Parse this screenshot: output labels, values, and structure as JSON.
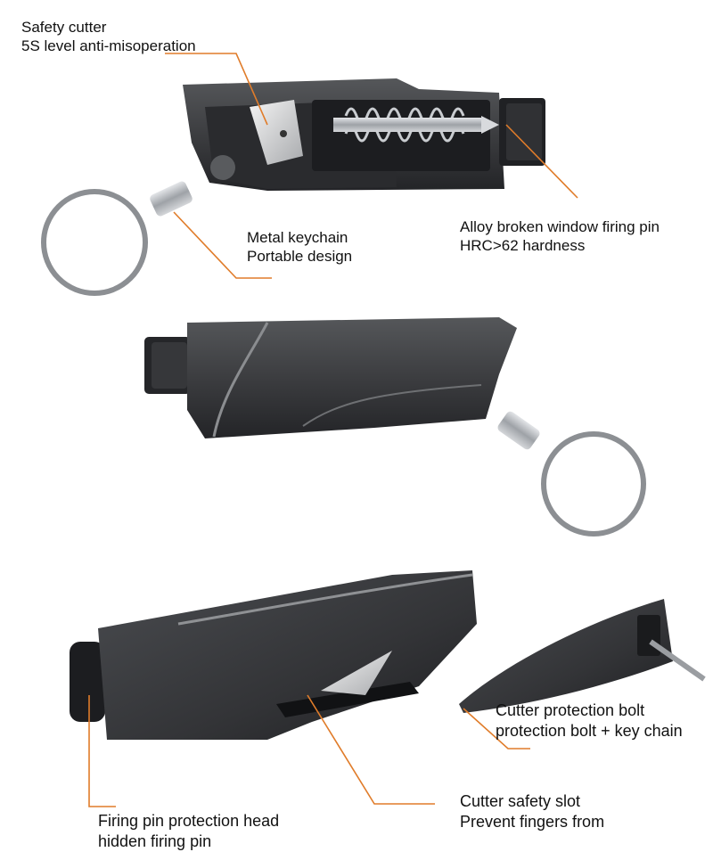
{
  "colors": {
    "callout": "#e07c2a",
    "body_dark": "#3a3b3d",
    "body_light": "#6b6d70",
    "metal": "#b9bcc0"
  },
  "labels": {
    "safety_cutter": {
      "line1": "Safety cutter",
      "line2": "5S level anti-misoperation"
    },
    "metal_keychain": {
      "line1": "Metal keychain",
      "line2": "Portable design"
    },
    "firing_pin": {
      "line1": "Alloy broken window firing pin",
      "line2": "HRC>62 hardness"
    },
    "protection_bolt": {
      "line1": "Cutter protection bolt",
      "line2": "protection bolt + key chain"
    },
    "safety_slot": {
      "line1": "Cutter safety slot",
      "line2": "Prevent fingers from"
    },
    "protection_head": {
      "line1": "Firing pin protection head",
      "line2": "hidden firing pin"
    }
  }
}
